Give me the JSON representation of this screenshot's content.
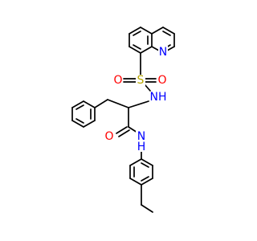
{
  "atoms": {
    "ring_n": {
      "text": "N",
      "color": "#0000ff"
    },
    "s": {
      "text": "S",
      "color": "#b8a800"
    },
    "o_left": {
      "text": "O",
      "color": "#ff0000"
    },
    "o_right": {
      "text": "O",
      "color": "#ff0000"
    },
    "nh_sulfonamide": {
      "text": "NH",
      "color": "#0000ff"
    },
    "o_amide": {
      "text": "O",
      "color": "#ff0000"
    },
    "n_amide": {
      "text": "N",
      "color": "#0000ff"
    },
    "h_amide": {
      "text": "H",
      "color": "#0000ff"
    }
  }
}
